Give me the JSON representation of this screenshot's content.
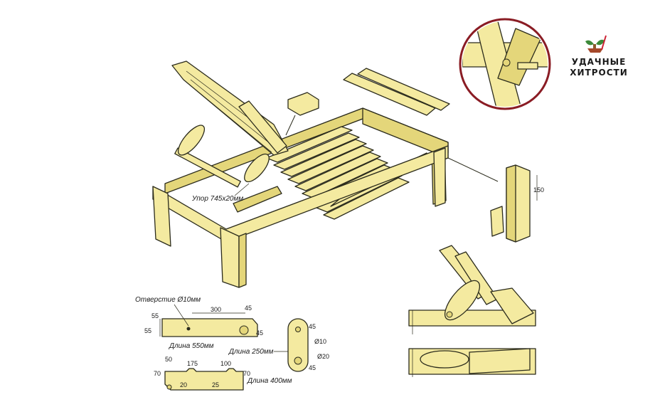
{
  "logo": {
    "line1": "УДАЧНЫЕ",
    "line2": "ХИТРОСТИ",
    "icon": "plant-sprout-icon"
  },
  "labels": {
    "support": "Упор 745х20мм",
    "hole": "Отверстие Ø10мм",
    "length_550": "Длина 550мм",
    "length_250": "Длина 250мм",
    "length_400": "Длина 400мм"
  },
  "dimensions": {
    "d55a": "55",
    "d55b": "55",
    "d300": "300",
    "d45a": "45",
    "d45b": "45",
    "d45c": "45",
    "d45d": "45",
    "d70a": "70",
    "d70b": "70",
    "d50": "50",
    "d175": "175",
    "d100": "100",
    "d20": "20",
    "d25": "25",
    "d10": "Ø10",
    "d20c": "Ø20",
    "d150": "150"
  },
  "colors": {
    "wood": "#f4eaa0",
    "wood_dark": "#e4d67a",
    "outline": "#2b2b1c",
    "accent": "#8a1c24"
  }
}
